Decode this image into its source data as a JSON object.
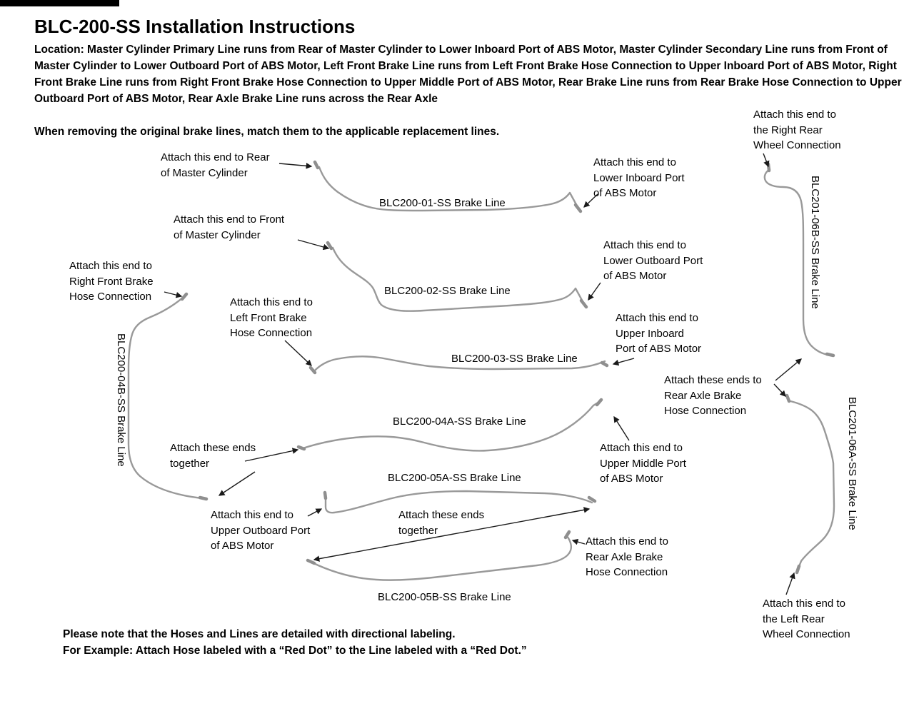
{
  "header": {
    "title": "BLC-200-SS Installation Instructions",
    "location": "Location: Master Cylinder Primary Line runs from Rear of Master Cylinder to Lower Inboard Port of ABS Motor, Master Cylinder Secondary Line runs from Front of Master Cylinder to Lower Outboard Port of ABS Motor, Left Front Brake Line runs from Left Front Brake Hose Connection to Upper Inboard Port of ABS Motor, Right Front Brake Line runs from Right Front Brake Hose Connection to Upper Middle Port of ABS Motor, Rear Brake Line runs from Rear Brake Hose Connection to Upper Outboard Port of ABS Motor, Rear Axle Brake Line runs across the Rear Axle",
    "note": "When removing the original brake lines, match them to the applicable replacement lines."
  },
  "line_labels": {
    "blc200_01": "BLC200-01-SS Brake Line",
    "blc200_02": "BLC200-02-SS Brake Line",
    "blc200_03": "BLC200-03-SS Brake Line",
    "blc200_04a": "BLC200-04A-SS Brake Line",
    "blc200_04b": "BLC200-04B-SS Brake Line",
    "blc200_05a": "BLC200-05A-SS Brake Line",
    "blc200_05b": "BLC200-05B-SS Brake Line",
    "blc201_06b": "BLC201-06B-SS Brake Line",
    "blc201_06a": "BLC201-06A-SS Brake Line"
  },
  "annotations": {
    "rear_of_mc": "Attach this end to Rear\nof Master Cylinder",
    "lower_inboard": "Attach this end to\nLower Inboard Port\nof ABS Motor",
    "front_of_mc": "Attach this end to Front\nof Master Cylinder",
    "lower_outboard": "Attach this end to\nLower Outboard Port\nof ABS Motor",
    "right_front": "Attach this end to\nRight Front Brake\nHose Connection",
    "left_front": "Attach this end to\nLeft Front Brake\nHose Connection",
    "upper_inboard": "Attach this end to\nUpper Inboard\nPort of ABS Motor",
    "rear_axle_ends": "Attach these ends to\nRear Axle Brake\nHose Connection",
    "upper_middle": "Attach this end to\nUpper Middle Port\nof ABS Motor",
    "ends_together_left": "Attach these ends\ntogether",
    "upper_outboard": "Attach this end to\nUpper Outboard Port\nof ABS Motor",
    "ends_together_mid": "Attach these ends\ntogether",
    "rear_axle_end": "Attach this end to\nRear Axle Brake\nHose Connection",
    "right_rear_wheel": "Attach this end to\nthe Right Rear\nWheel Connection",
    "left_rear_wheel": "Attach this end to\nthe Left Rear\nWheel Connection"
  },
  "footer": {
    "line1": "Please note that the Hoses and Lines are detailed with directional labeling.",
    "line2": "For Example: Attach Hose labeled with a “Red Dot” to the Line labeled with a “Red Dot.”"
  },
  "colors": {
    "tube": "#999999",
    "fitting": "#8f8f8f",
    "arrow": "#1a1a1a",
    "text": "#000000",
    "background": "#ffffff"
  }
}
